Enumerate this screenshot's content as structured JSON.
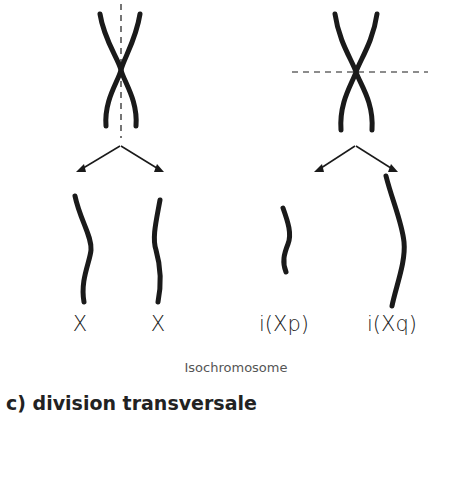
{
  "diagram": {
    "caption": "Isochromosome",
    "labels": [
      "X",
      "X",
      "i(Xp)",
      "i(Xq)",
      "c) division transversale"
    ]
  }
}
